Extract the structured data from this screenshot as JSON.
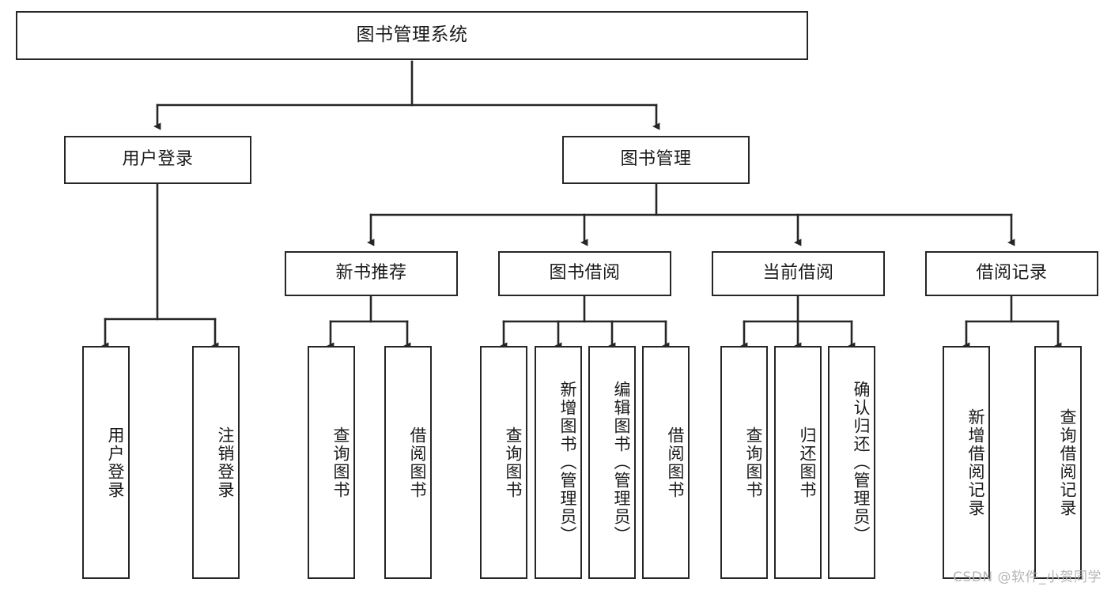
{
  "diagram": {
    "type": "tree-hierarchy-flowchart",
    "title": "图书管理系统",
    "watermark": "CSDN @软件_小贺同学",
    "colors": {
      "stroke": "#262626",
      "fill": "#ffffff",
      "text": "#1a1a1a",
      "watermark": "#b5b5b5"
    },
    "nodes": {
      "root": {
        "label": "图书管理系统"
      },
      "level2": [
        {
          "id": "user-login",
          "label": "用户登录"
        },
        {
          "id": "book-manage",
          "label": "图书管理"
        }
      ],
      "level3": [
        {
          "id": "new-book-rec",
          "label": "新书推荐"
        },
        {
          "id": "book-borrow",
          "label": "图书借阅"
        },
        {
          "id": "current-borrow",
          "label": "当前借阅"
        },
        {
          "id": "borrow-record",
          "label": "借阅记录"
        }
      ],
      "leaves": {
        "user-login": [
          {
            "id": "leaf-user-login",
            "label": "用户登录"
          },
          {
            "id": "leaf-user-logout",
            "label": "注销登录"
          }
        ],
        "new-book-rec": [
          {
            "id": "leaf-query-book-1",
            "label": "查询图书"
          },
          {
            "id": "leaf-borrow-book-1",
            "label": "借阅图书"
          }
        ],
        "book-borrow": [
          {
            "id": "leaf-query-book-2",
            "label": "查询图书"
          },
          {
            "id": "leaf-add-book",
            "label": "新增图书（管理员）"
          },
          {
            "id": "leaf-edit-book",
            "label": "编辑图书（管理员）"
          },
          {
            "id": "leaf-borrow-book-2",
            "label": "借阅图书"
          }
        ],
        "current-borrow": [
          {
            "id": "leaf-query-book-3",
            "label": "查询图书"
          },
          {
            "id": "leaf-return-book",
            "label": "归还图书"
          },
          {
            "id": "leaf-confirm-return",
            "label": "确认归还（管理员）"
          }
        ],
        "borrow-record": [
          {
            "id": "leaf-add-record",
            "label": "新增借阅记录"
          },
          {
            "id": "leaf-query-record",
            "label": "查询借阅记录"
          }
        ]
      }
    }
  }
}
